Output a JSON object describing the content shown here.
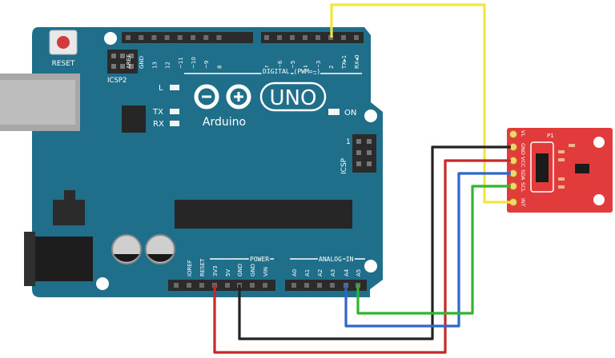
{
  "board": {
    "brand": "Arduino",
    "model": "UNO",
    "reset_label": "RESET",
    "icsp2_label": "ICSP2",
    "icsp_label": "ICSP",
    "on_label": "ON",
    "led_l": "L",
    "led_tx": "TX",
    "led_rx": "RX",
    "digital_label": "DIGITAL (PWM=~)",
    "power_label": "POWER",
    "analog_label": "ANALOG IN",
    "icsp_number": "1",
    "colors": {
      "pcb": "#1f6f8b",
      "header": "#2b2b2b"
    },
    "top_pins": [
      "AREF",
      "GND",
      "13",
      "12",
      "~11",
      "~10",
      "~9",
      "8",
      "7",
      "~6",
      "~5",
      "4",
      "~3",
      "2",
      "TX▸1",
      "RX◂0"
    ],
    "power_pins": [
      "IOREF",
      "RESET",
      "3V3",
      "5V",
      "GND",
      "GND",
      "VIN"
    ],
    "analog_pins": [
      "A0",
      "A1",
      "A2",
      "A3",
      "A4",
      "A5"
    ]
  },
  "sensor": {
    "pins": [
      "VL",
      "GND",
      "VCC",
      "SDA",
      "SCL",
      "INT"
    ],
    "p1": "P1",
    "color": "#e23b3b"
  },
  "wires": [
    {
      "from": "2",
      "to": "INT",
      "color": "#f2e63a"
    },
    {
      "from": "3V3",
      "to": "VCC",
      "color": "#c62828"
    },
    {
      "from": "GND",
      "to": "GND",
      "color": "#222222"
    },
    {
      "from": "A4",
      "to": "SDA",
      "color": "#2e67c9"
    },
    {
      "from": "A5",
      "to": "SCL",
      "color": "#2fb52f"
    }
  ]
}
